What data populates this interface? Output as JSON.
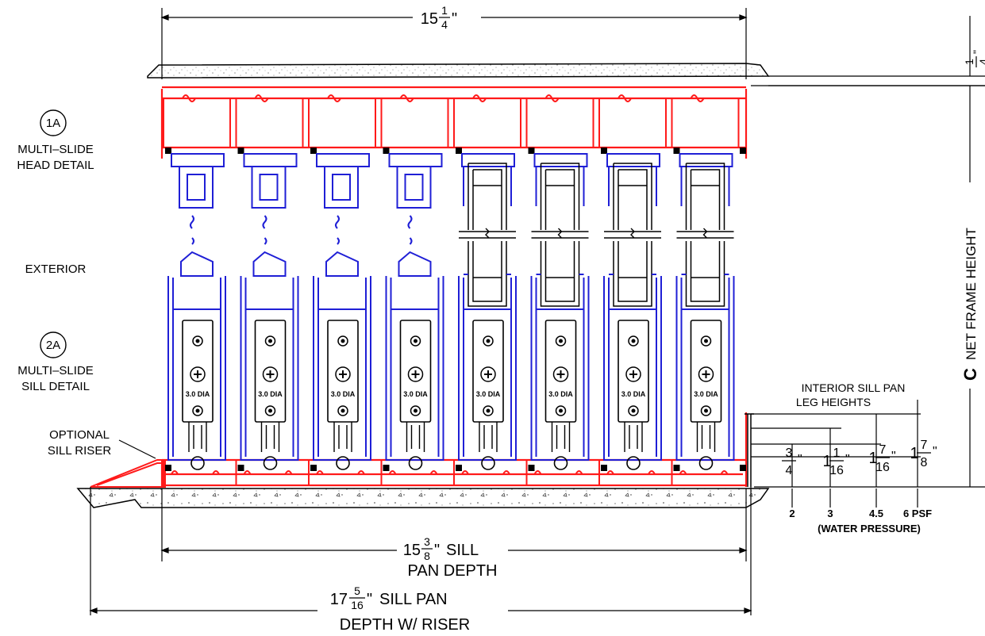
{
  "colors": {
    "frame_red": "#ff1a1a",
    "panel_blue": "#1f1fd6",
    "line_black": "#000000",
    "concrete": "#bcbcbc"
  },
  "labels": {
    "head_callout": "1A",
    "head_line1": "MULTI–SLIDE",
    "head_line2": "HEAD DETAIL",
    "exterior": "EXTERIOR",
    "sill_callout": "2A",
    "sill_line1": "MULTI–SLIDE",
    "sill_line2": "SILL DETAIL",
    "riser_line1": "OPTIONAL",
    "riser_line2": "SILL RISER"
  },
  "dimensions": {
    "top_width": {
      "whole": "15",
      "num": "1",
      "den": "4",
      "unit": "\""
    },
    "head_gap": {
      "num": "1",
      "den": "4",
      "unit": "\""
    },
    "net_frame_height": {
      "letter": "C",
      "text": "NET FRAME HEIGHT"
    },
    "sill_pan_depth": {
      "whole": "15",
      "num": "3",
      "den": "8",
      "unit": "\"",
      "line1_suffix": "SILL",
      "line2": "PAN DEPTH"
    },
    "sill_pan_riser": {
      "whole": "17",
      "num": "5",
      "den": "16",
      "unit": "\"",
      "line1_suffix": "SILL PAN",
      "line2": "DEPTH W/ RISER"
    }
  },
  "leg_heights": {
    "title_line1": "INTERIOR SILL PAN",
    "title_line2": "LEG HEIGHTS",
    "values": [
      {
        "whole": "",
        "num": "3",
        "den": "4",
        "psf": "2"
      },
      {
        "whole": "1",
        "num": "1",
        "den": "16",
        "psf": "3"
      },
      {
        "whole": "1",
        "num": "7",
        "den": "16",
        "psf": "4.5"
      },
      {
        "whole": "1",
        "num": "7",
        "den": "8",
        "psf": "6 PSF"
      }
    ],
    "pressure_note": "(WATER PRESSURE)"
  },
  "roller_label": "3.0 DIA",
  "panel_count": 8
}
